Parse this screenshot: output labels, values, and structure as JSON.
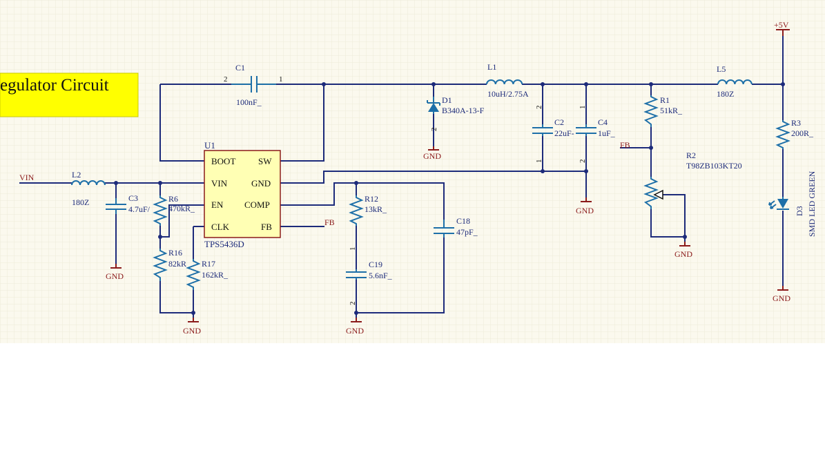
{
  "title": "egulator Circuit",
  "colors": {
    "sheet": "#fbf9ee",
    "wire": "#1c2a7a",
    "component": "#1d6fa8",
    "power": "#8b1a1a",
    "designator": "#1c2a7a",
    "title_box": "#ffff00"
  },
  "u1": {
    "designator": "U1",
    "part": "TPS5436D",
    "pins": {
      "boot": "BOOT",
      "sw": "SW",
      "vin": "VIN",
      "gnd": "GND",
      "en": "EN",
      "comp": "COMP",
      "clk": "CLK",
      "fb": "FB"
    }
  },
  "nets": {
    "vin": "VIN",
    "fb_out": "FB",
    "fb_in": "FB",
    "vcc": "+5V",
    "gnd": "GND"
  },
  "c1": {
    "ref": "C1",
    "value": "100nF_",
    "pin_left": "2",
    "pin_right": "1"
  },
  "l1": {
    "ref": "L1",
    "value": "10uH/2.75A"
  },
  "d1": {
    "ref": "D1",
    "value": "B340A-13-F",
    "pin": "2"
  },
  "c2": {
    "ref": "C2",
    "value": "22uF-",
    "pin_top": "2",
    "pin_bottom": "1"
  },
  "c4": {
    "ref": "C4",
    "value": "1uF_",
    "pin_top": "1",
    "pin_bottom": "2"
  },
  "r1": {
    "ref": "R1",
    "value": "51kR_"
  },
  "r2": {
    "ref": "R2",
    "value": "T98ZB103KT20"
  },
  "l5": {
    "ref": "L5",
    "value": "180Z"
  },
  "r3": {
    "ref": "R3",
    "value": "200R_"
  },
  "d3": {
    "ref": "D3",
    "value": "SMD LED GREEN"
  },
  "l2": {
    "ref": "L2",
    "value": "180Z"
  },
  "c3": {
    "ref": "C3",
    "value": "4.7uF/"
  },
  "r6": {
    "ref": "R6",
    "value": "470kR_"
  },
  "r16": {
    "ref": "R16",
    "value": "82kR"
  },
  "r17": {
    "ref": "R17",
    "value": "162kR_"
  },
  "r12": {
    "ref": "R12",
    "value": "13kR_"
  },
  "c19": {
    "ref": "C19",
    "value": "5.6nF_",
    "pin_top": "1",
    "pin_bottom": "2"
  },
  "c18": {
    "ref": "C18",
    "value": "47pF_"
  }
}
